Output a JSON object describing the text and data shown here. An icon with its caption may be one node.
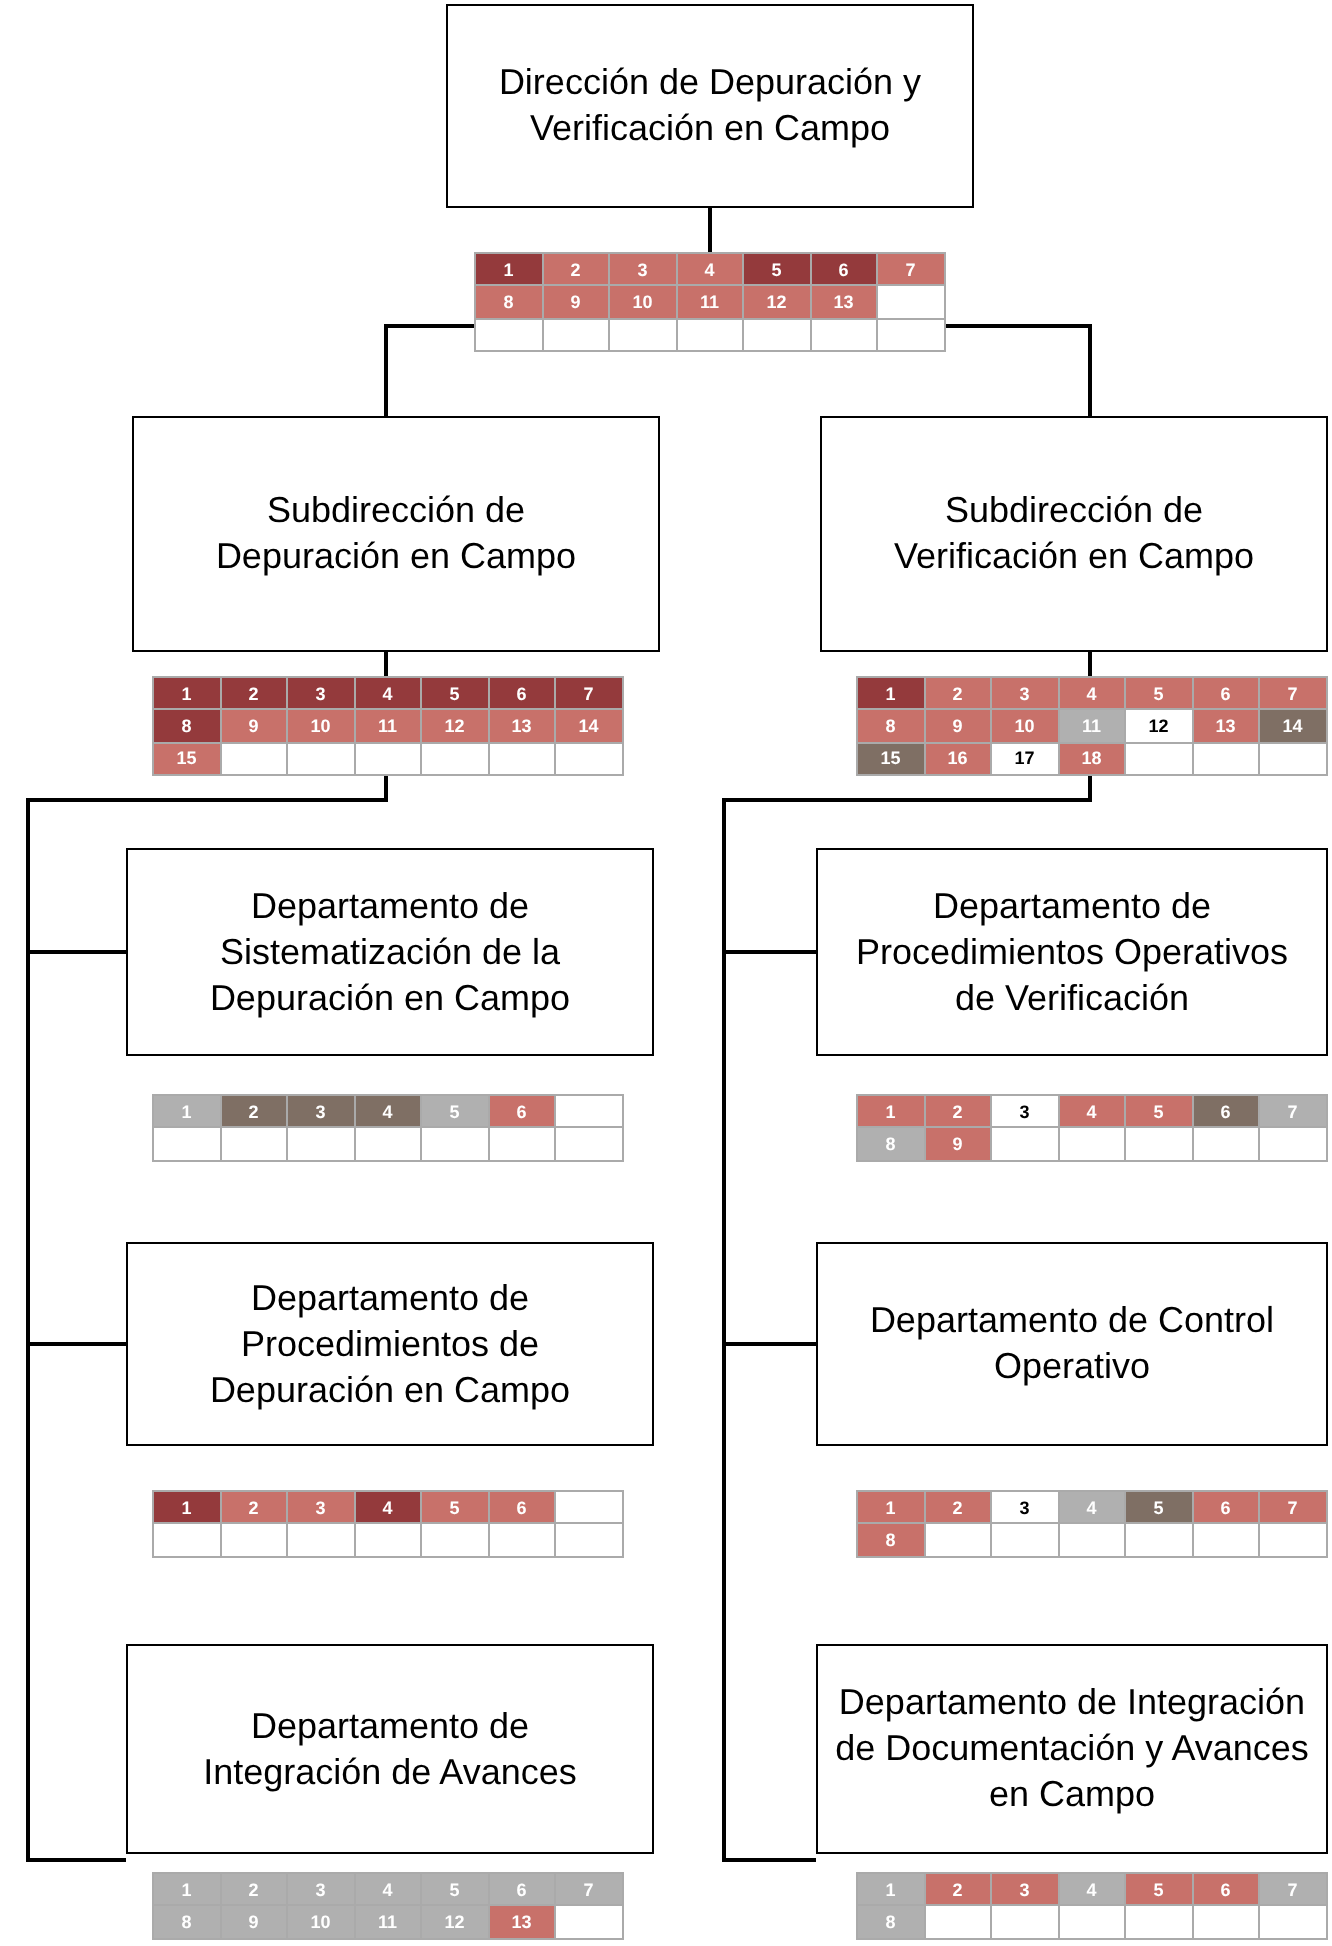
{
  "diagram": {
    "nodes": [
      {
        "text": [
          "Dirección de Depuración y Verificación en Campo"
        ]
      },
      {
        "text": [
          "Subdirección de Depuración en Campo"
        ]
      },
      {
        "text": [
          "Subdirección de Verificación en Campo"
        ]
      },
      {
        "text": [
          "Departamento de Sistematización de la Depuración en Campo"
        ]
      },
      {
        "text": [
          "Departamento de Procedimientos de Depuración en Campo"
        ]
      },
      {
        "text": [
          "Departamento de Integración de Avances"
        ]
      },
      {
        "text": [
          "Departamento de Procedimientos Operativos de Verificación"
        ]
      },
      {
        "text": [
          "Departamento de Control Operativo"
        ]
      },
      {
        "text": [
          "Departamento de Integración de Documentación y Avances en Campo"
        ]
      }
    ],
    "edges": [
      {
        "from": 0,
        "to": 1,
        "arrow": "none"
      },
      {
        "from": 0,
        "to": 2,
        "arrow": "none"
      },
      {
        "from": 1,
        "to": 3,
        "arrow": "none"
      },
      {
        "from": 1,
        "to": 4,
        "arrow": "none"
      },
      {
        "from": 1,
        "to": 5,
        "arrow": "none"
      },
      {
        "from": 2,
        "to": 6,
        "arrow": "none"
      },
      {
        "from": 2,
        "to": 7,
        "arrow": "none"
      },
      {
        "from": 2,
        "to": 8,
        "arrow": "none"
      }
    ],
    "labels": [
      "1",
      "2",
      "3",
      "4",
      "5",
      "6",
      "7",
      "8",
      "9",
      "10",
      "11",
      "12",
      "13",
      "1",
      "2",
      "3",
      "4",
      "5",
      "6",
      "7",
      "8",
      "9",
      "10",
      "11",
      "12",
      "13",
      "14",
      "15",
      "1",
      "2",
      "3",
      "4",
      "5",
      "6",
      "7",
      "8",
      "9",
      "10",
      "11",
      "12",
      "13",
      "14",
      "15",
      "16",
      "17",
      "18",
      "1",
      "2",
      "3",
      "4",
      "5",
      "6",
      "1",
      "2",
      "3",
      "4",
      "5",
      "6",
      "1",
      "2",
      "3",
      "4",
      "5",
      "6",
      "7",
      "8",
      "9",
      "10",
      "11",
      "12",
      "13",
      "1",
      "2",
      "3",
      "4",
      "5",
      "6",
      "7",
      "8",
      "9",
      "1",
      "2",
      "3",
      "4",
      "5",
      "6",
      "7",
      "8",
      "1",
      "2",
      "3",
      "4",
      "5",
      "6",
      "7",
      "8"
    ]
  }
}
